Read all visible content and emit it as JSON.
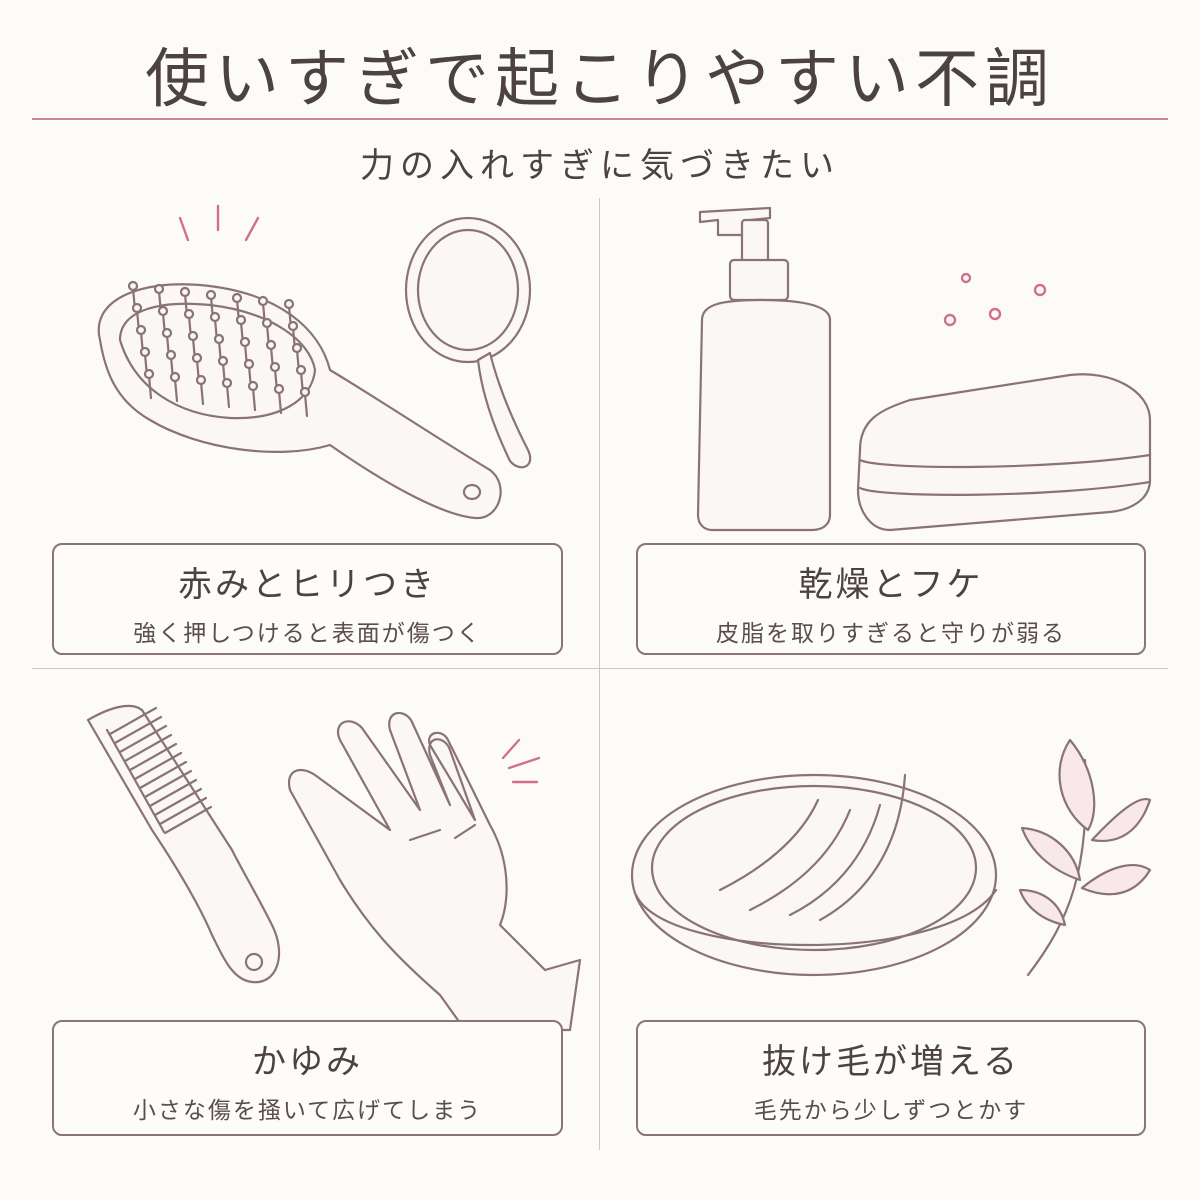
{
  "title": "使いすぎで起こりやすい不調",
  "subtitle": "力の入れすぎに気づきたい",
  "panels": [
    {
      "heading": "赤みとヒリつき",
      "text": "強く押しつけると表面が傷つく",
      "icons": [
        "hairbrush-icon",
        "hand-mirror-icon"
      ]
    },
    {
      "heading": "乾燥とフケ",
      "text": "皮脂を取りすぎると守りが弱る",
      "icons": [
        "pump-bottle-icon",
        "folded-towel-icon"
      ]
    },
    {
      "heading": "かゆみ",
      "text": "小さな傷を掻いて広げてしまう",
      "icons": [
        "comb-icon",
        "hand-icon"
      ]
    },
    {
      "heading": "抜け毛が増える",
      "text": "毛先から少しずつとかす",
      "icons": [
        "dish-icon",
        "hair-strands-icon",
        "leaf-sprig-icon"
      ]
    }
  ],
  "colors": {
    "accent": "#c7869b",
    "ink": "#8a7373",
    "text": "#4d4242"
  }
}
